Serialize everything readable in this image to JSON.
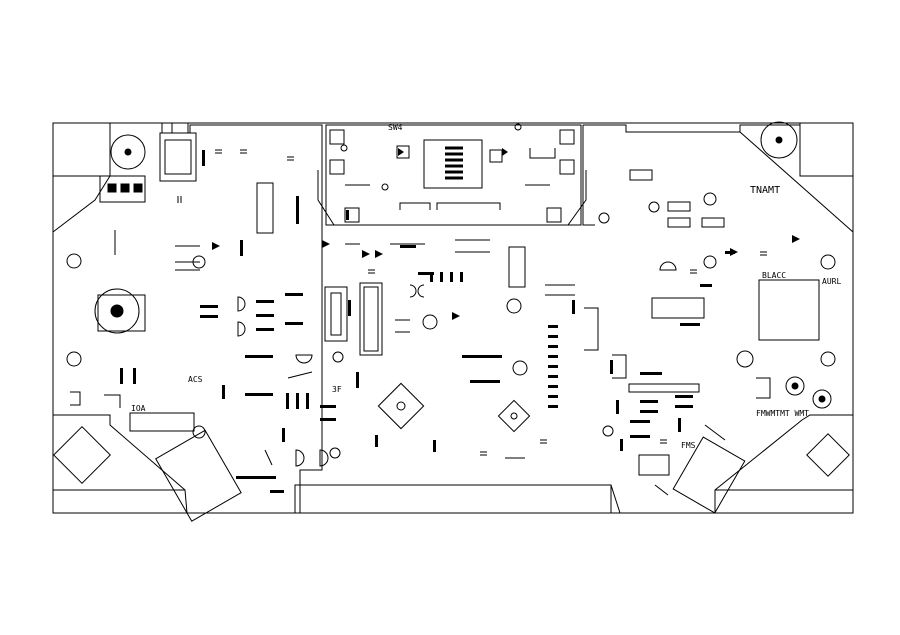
{
  "diagram": {
    "labels": {
      "top_center": "SW4",
      "right_big": "TNAMT",
      "ic_right": "BLACC",
      "right_small": "AURL",
      "bottom_right": "FMWMTMT WMT",
      "left_small": "ACS",
      "left_bottom": "IOA",
      "bottom_mid_right": "FMS",
      "center_mark": "3F"
    },
    "colors": {
      "ink": "#000000",
      "paper": "#ffffff"
    }
  }
}
